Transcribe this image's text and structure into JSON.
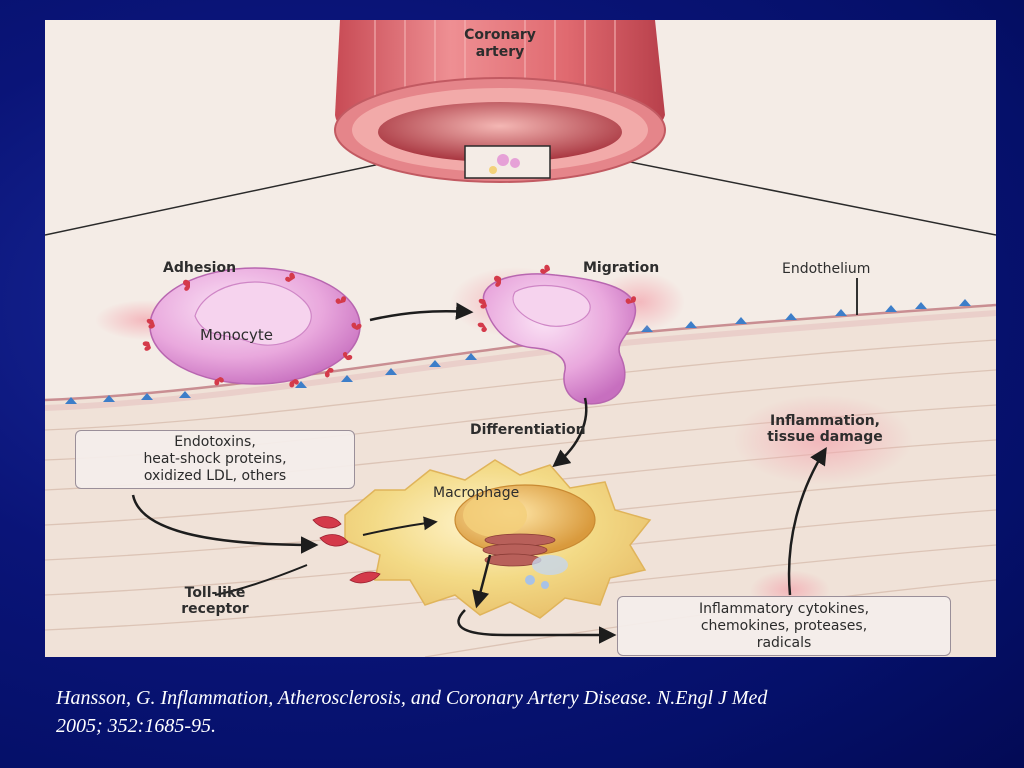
{
  "diagram": {
    "labels": {
      "coronary_artery": [
        "Coronary",
        "artery"
      ],
      "adhesion": "Adhesion",
      "migration": "Migration",
      "endothelium": "Endothelium",
      "monocyte": "Monocyte",
      "differentiation": "Differentiation",
      "inflammation": [
        "Inflammation,",
        "tissue damage"
      ],
      "macrophage": "Macrophage",
      "toll_like": [
        "Toll-like",
        "receptor"
      ]
    },
    "boxes": {
      "stimuli": [
        "Endotoxins,",
        "heat-shock proteins,",
        "oxidized LDL, others"
      ],
      "mediators": [
        "Inflammatory cytokines,",
        "chemokines, proteases,",
        "radicals"
      ]
    },
    "colors": {
      "slide_background": "#0a1478",
      "artery": "#d9656b",
      "monocyte": "#e8a6dc",
      "macrophage": "#f3dc88",
      "receptor": "#d43a4a",
      "endothelial_marker": "#3d7ec9"
    }
  },
  "citation": {
    "line1": "Hansson, G. Inflammation, Atherosclerosis, and Coronary Artery  Disease. N.Engl J Med",
    "line2": "2005; 352:1685-95."
  }
}
